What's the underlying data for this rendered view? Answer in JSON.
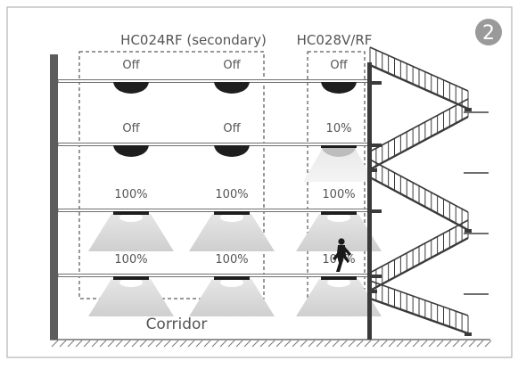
{
  "diagram": {
    "step_number": "2",
    "group_labels": {
      "secondary": "HC024RF (secondary)",
      "primary": "HC028V/RF"
    },
    "area_label": "Corridor",
    "floors": [
      {
        "levels": [
          "Off",
          "Off",
          "Off"
        ]
      },
      {
        "levels": [
          "Off",
          "Off",
          "10%"
        ]
      },
      {
        "levels": [
          "100%",
          "100%",
          "100%"
        ]
      },
      {
        "levels": [
          "100%",
          "100%",
          "100%"
        ]
      }
    ],
    "occupant_icon": "walking-person-icon",
    "colors": {
      "frame": "#b3b3b3",
      "badge": "#9a9a9a",
      "fixture": "#1e1e1e",
      "beam": "#cfcfcf",
      "wall": "#5c5c5c",
      "stair": "#3a3a3a",
      "text": "#555555"
    }
  }
}
